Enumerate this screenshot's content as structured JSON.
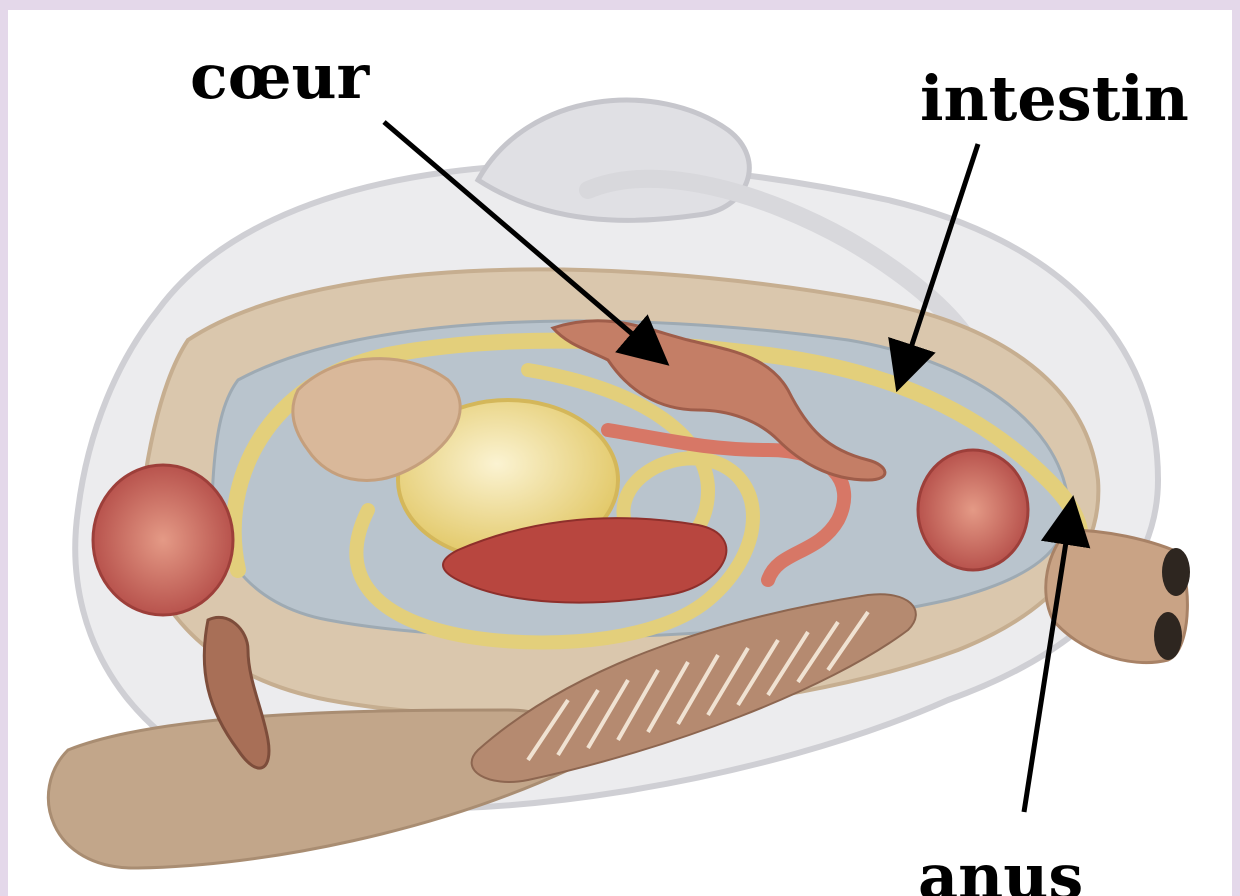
{
  "labels": {
    "coeur": "cœur",
    "intestin": "intestin",
    "anus": "anus"
  },
  "colors": {
    "shell": "#e7e7e9",
    "mantle": "#d6c2a8",
    "foot": "#bfa387",
    "visceral_mass": "#b6c1cb",
    "intestine": "#e4cf7a",
    "heart": "#c07a64",
    "gonad": "#c9615a",
    "gills": "#b48a70",
    "siphon": "#c7a184",
    "arrow": "#000000"
  }
}
